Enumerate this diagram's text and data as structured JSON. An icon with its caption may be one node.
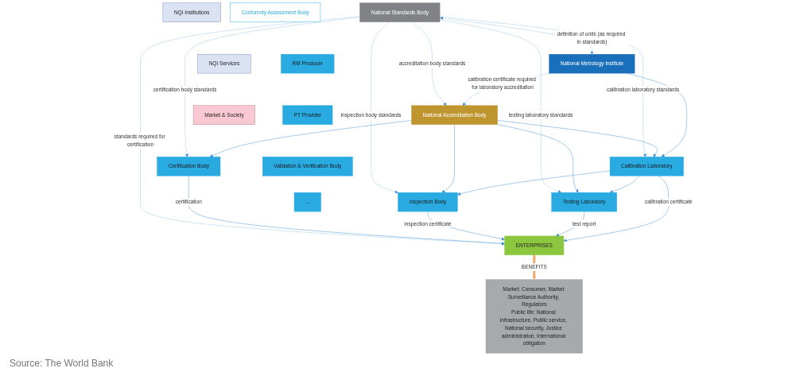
{
  "diagram": {
    "nodes": [
      {
        "text": [
          "National Standards Body"
        ]
      },
      {
        "text": [
          "National Metrology Institute"
        ]
      },
      {
        "text": [
          "National Accreditation Body"
        ]
      },
      {
        "text": [
          "Conformity Assessment Body"
        ]
      },
      {
        "text": [
          "RM Producer"
        ]
      },
      {
        "text": [
          "PT Provider"
        ]
      },
      {
        "text": [
          "Validation & Verification Body"
        ]
      },
      {
        "text": [
          "..."
        ]
      },
      {
        "text": [
          "Certification Body"
        ]
      },
      {
        "text": [
          "Inspection Body"
        ]
      },
      {
        "text": [
          "Testing Laboratory"
        ]
      },
      {
        "text": [
          "Calibration Laboratory"
        ]
      },
      {
        "text": [
          "ENTERPRISES"
        ]
      },
      {
        "text": [
          "Market: Consumer, Market Surveillance Authority, Regulators",
          "Public life: National infrastructure, Public service, National security, Justice administration, International obligation"
        ]
      },
      {
        "text": [
          "NQI Institutions"
        ]
      },
      {
        "text": [
          "NQI Services"
        ]
      },
      {
        "text": [
          "Market & Society"
        ]
      }
    ],
    "edges": [
      {
        "from": 0,
        "to": 1,
        "arrow": "both",
        "style": "dashed",
        "label": "definition of units (as required in standards)"
      },
      {
        "from": 0,
        "to": 2,
        "arrow": "to",
        "style": "dashed",
        "label": "accreditation body standards"
      },
      {
        "from": 1,
        "to": 2,
        "arrow": "to",
        "style": "dashed",
        "label": "calibration certificate required for laboratory accreditation"
      },
      {
        "from": 0,
        "to": 8,
        "arrow": "to",
        "style": "dashed",
        "label": "certification body standards"
      },
      {
        "from": 0,
        "to": 9,
        "arrow": "to",
        "style": "dashed",
        "label": "inspection body standards"
      },
      {
        "from": 0,
        "to": 10,
        "arrow": "to",
        "style": "dashed",
        "label": "testing laboratory standards"
      },
      {
        "from": 0,
        "to": 11,
        "arrow": "to",
        "style": "dashed",
        "label": "calibration laboratory standards"
      },
      {
        "from": 0,
        "to": 12,
        "arrow": "to",
        "style": "dashed",
        "label": "standards required for certification"
      },
      {
        "from": 2,
        "to": 8,
        "arrow": "to"
      },
      {
        "from": 2,
        "to": 9,
        "arrow": "to"
      },
      {
        "from": 2,
        "to": 10,
        "arrow": "to"
      },
      {
        "from": 2,
        "to": 11,
        "arrow": "to"
      },
      {
        "from": 1,
        "to": 11,
        "arrow": "to"
      },
      {
        "from": 11,
        "to": 10,
        "arrow": "to"
      },
      {
        "from": 11,
        "to": 9,
        "arrow": "to"
      },
      {
        "from": 8,
        "to": 12,
        "arrow": "to",
        "label": "certification"
      },
      {
        "from": 9,
        "to": 12,
        "arrow": "to",
        "label": "inspection certificate"
      },
      {
        "from": 10,
        "to": 12,
        "arrow": "to",
        "label": "test report"
      },
      {
        "from": 11,
        "to": 12,
        "arrow": "to",
        "label": "calibration certificate"
      },
      {
        "from": 12,
        "to": 13,
        "arrow": "to",
        "style": "thick",
        "color": "#f5a55c",
        "label": "BENEFITS"
      }
    ],
    "labels": [
      "Source: The World Bank"
    ]
  }
}
